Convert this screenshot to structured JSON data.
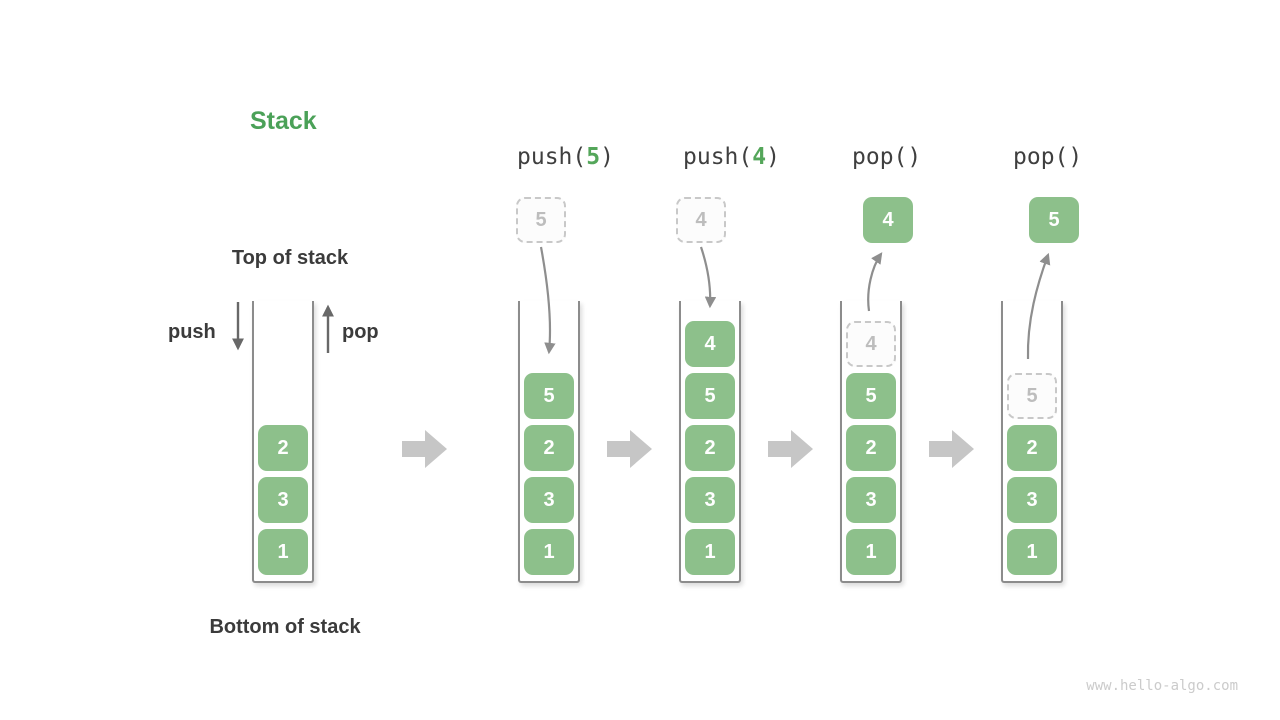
{
  "title": "Stack",
  "labels": {
    "top_of_stack": "Top of stack",
    "bottom_of_stack": "Bottom of stack",
    "push": "push",
    "pop": "pop"
  },
  "operations": [
    {
      "prefix": "push(",
      "arg": "5",
      "suffix": ")"
    },
    {
      "prefix": "push(",
      "arg": "4",
      "suffix": ")"
    },
    {
      "prefix": "pop(",
      "arg": "",
      "suffix": ")"
    },
    {
      "prefix": "pop(",
      "arg": "",
      "suffix": ")"
    }
  ],
  "stages": [
    {
      "stack": [
        "2",
        "3",
        "1"
      ]
    },
    {
      "floating": "5",
      "stack": [
        "5",
        "2",
        "3",
        "1"
      ]
    },
    {
      "floating": "4",
      "stack": [
        "4",
        "5",
        "2",
        "3",
        "1"
      ]
    },
    {
      "floating": "4",
      "stack": [
        "4",
        "5",
        "2",
        "3",
        "1"
      ]
    },
    {
      "floating": "5",
      "stack": [
        "5",
        "2",
        "3",
        "1"
      ]
    }
  ],
  "watermark": "www.hello-algo.com",
  "colors": {
    "green_box": "#8DC08B",
    "title_green": "#4BA158",
    "digit_green": "#54A65A",
    "label_dark": "#3B3B3B",
    "wall_gray": "#8C8C8C",
    "arrow_dark": "#686868",
    "arrow_light": "#8E8E8E",
    "block_arrow": "#C6C6C6",
    "dashed_border": "#C8C8C8",
    "dashed_text": "#BDBDBD",
    "watermark_gray": "#CBCBCB"
  }
}
